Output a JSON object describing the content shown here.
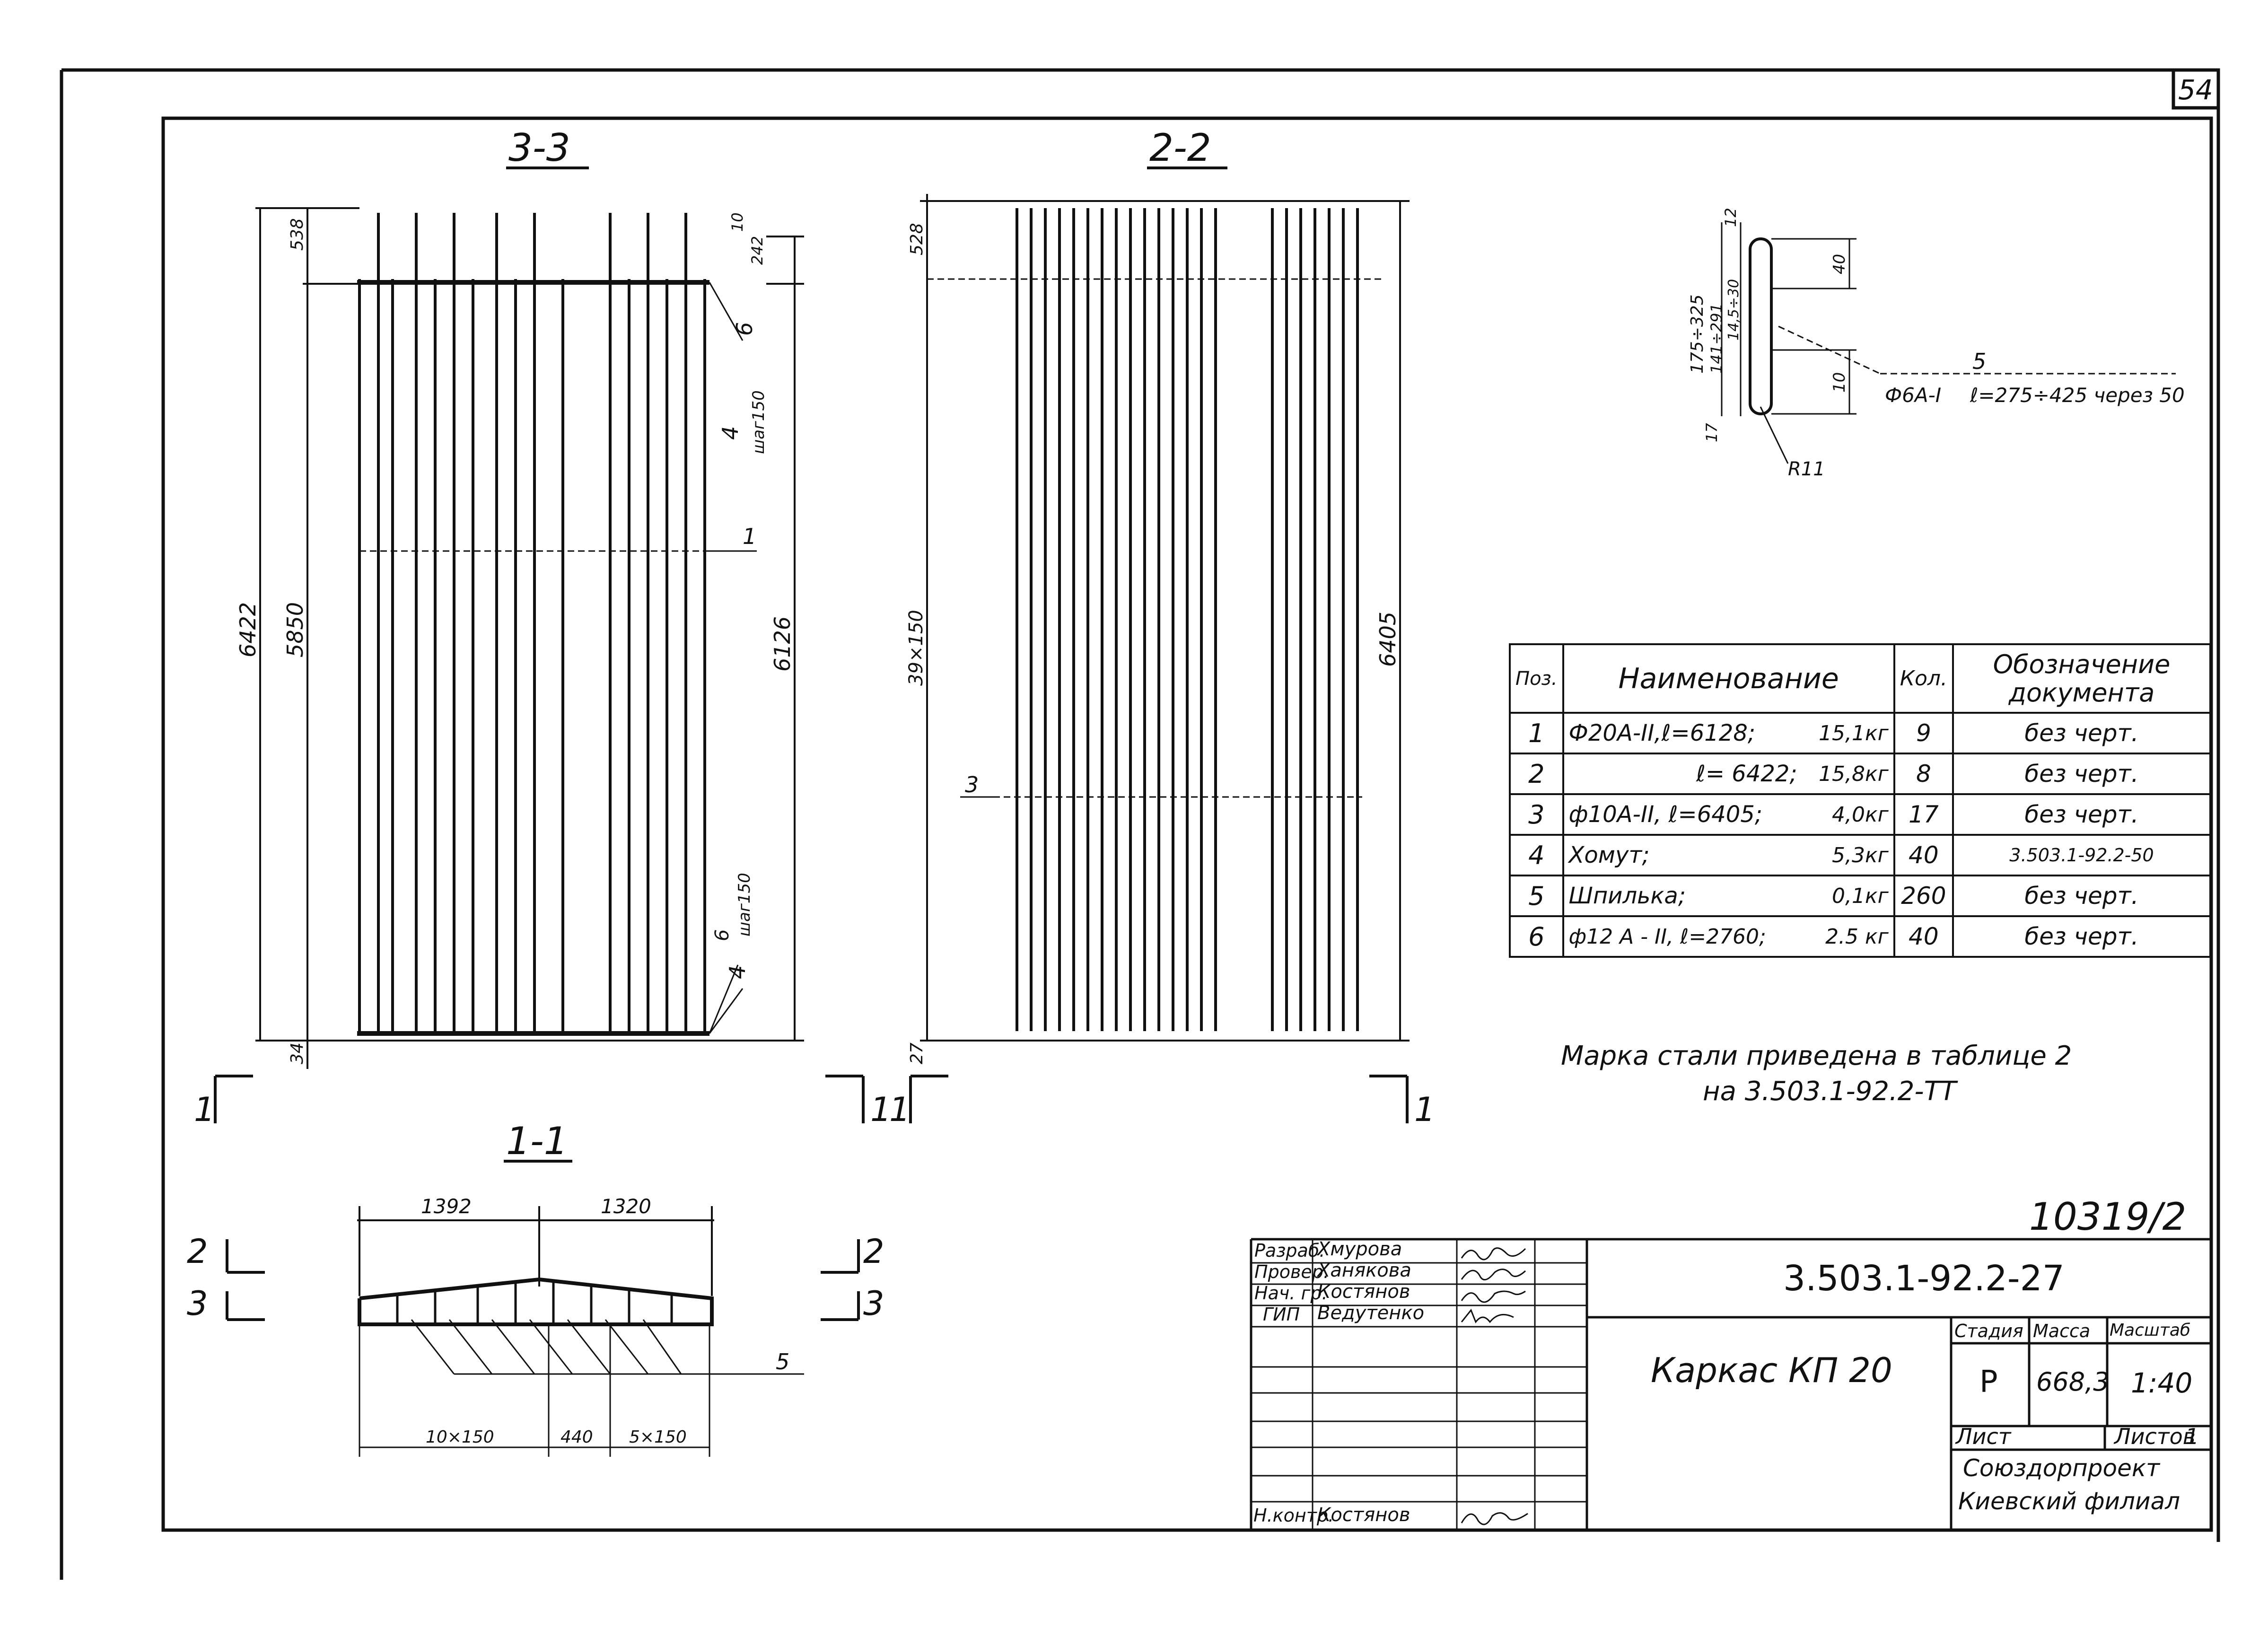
{
  "sheet_number": "54",
  "sections": {
    "s33": {
      "title": "3-3",
      "dims": {
        "overall": "6422",
        "inner": "5850",
        "right": "6126",
        "top": "538",
        "bottom": "34",
        "small_top": "242",
        "tiny": "10"
      },
      "callouts": {
        "c6_top": "6",
        "c4": "4",
        "c4_step": "шаг150",
        "c1": "1",
        "c6_bottom": "6",
        "c6_step": "шаг150",
        "c4_bottom": "4"
      }
    },
    "s22": {
      "title": "2-2",
      "dims": {
        "top": "528",
        "spacing": "39×150",
        "overall": "6405",
        "bottom": "27"
      },
      "callouts": {
        "c3": "3"
      }
    },
    "s11": {
      "title": "1-1",
      "dims": {
        "left": "1392",
        "right": "1320",
        "b1": "10×150",
        "b2": "440",
        "b3": "5×150"
      },
      "callouts": {
        "c5": "5"
      }
    }
  },
  "cut_markers": {
    "left1": "1",
    "right1": "1",
    "left1b": "1",
    "right1b": "1",
    "m2l": "2",
    "m3l": "3",
    "m2r": "2",
    "m3r": "3"
  },
  "pin_detail": {
    "pos": "5",
    "spec_a": "Ф6А-I",
    "spec_b": "ℓ=275÷425 через 50",
    "dims": {
      "d1": "175÷325",
      "d2": "141÷291",
      "d3": "14,5÷30",
      "d4": "12",
      "d5": "40",
      "d6": "10",
      "d7": "17"
    },
    "radius": "R11"
  },
  "spec_table": {
    "headers": {
      "pos": "Поз.",
      "name": "Наименование",
      "qty": "Кол.",
      "doc_line1": "Обозначение",
      "doc_line2": "документа"
    },
    "rows": [
      {
        "pos": "1",
        "name": "Ф20А-II,ℓ=6128;",
        "mass": "15,1кг",
        "qty": "9",
        "doc": "без черт."
      },
      {
        "pos": "2",
        "name": "ℓ= 6422;",
        "mass": "15,8кг",
        "qty": "8",
        "doc": "без черт."
      },
      {
        "pos": "3",
        "name": "ф10А-II, ℓ=6405;",
        "mass": "4,0кг",
        "qty": "17",
        "doc": "без черт."
      },
      {
        "pos": "4",
        "name": "Хомут;",
        "mass": "5,3кг",
        "qty": "40",
        "doc": "3.503.1-92.2-50"
      },
      {
        "pos": "5",
        "name": "Шпилька;",
        "mass": "0,1кг",
        "qty": "260",
        "doc": "без черт."
      },
      {
        "pos": "6",
        "name": "ф12 А - II, ℓ=2760;",
        "mass": "2.5 кг",
        "qty": "40",
        "doc": "без черт."
      }
    ]
  },
  "note": {
    "line1": "Марка стали приведена в таблице 2",
    "line2": "на 3.503.1-92.2-ТТ"
  },
  "inventory_no": "10319/2",
  "title_block": {
    "code": "3.503.1-92.2-27",
    "title": "Каркас КП 20",
    "stage_label": "Стадия",
    "mass_label": "Масса",
    "scale_label": "Масштаб",
    "stage": "Р",
    "mass": "668,3",
    "scale": "1:40",
    "sheet_label": "Лист",
    "sheets_label": "Листов",
    "sheets": "1",
    "org_line1": "Союздорпроект",
    "org_line2": "Киевский филиал",
    "people": [
      {
        "role": "Разраб.",
        "name": "Хмурова"
      },
      {
        "role": "Провер.",
        "name": "Ханякова"
      },
      {
        "role": "Нач. гр.",
        "name": "Костянов"
      },
      {
        "role": "ГИП",
        "name": "Ведутенко"
      }
    ],
    "norm_control": {
      "role": "Н.контр.",
      "name": "Костянов"
    }
  }
}
